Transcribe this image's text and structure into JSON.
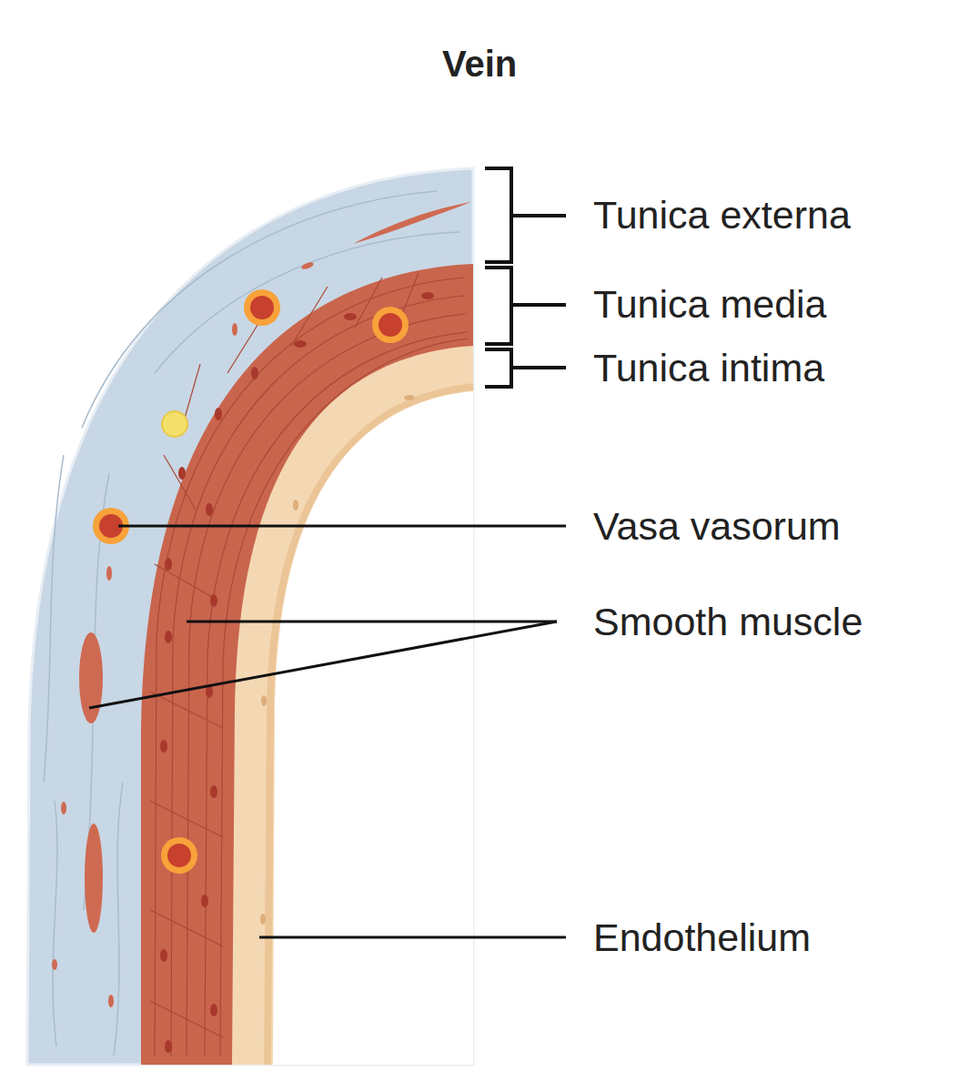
{
  "diagram": {
    "title": "Vein",
    "labels": [
      "Tunica externa",
      "Tunica media",
      "Tunica intima",
      "Vasa vasorum",
      "Smooth muscle",
      "Endothelium"
    ]
  }
}
